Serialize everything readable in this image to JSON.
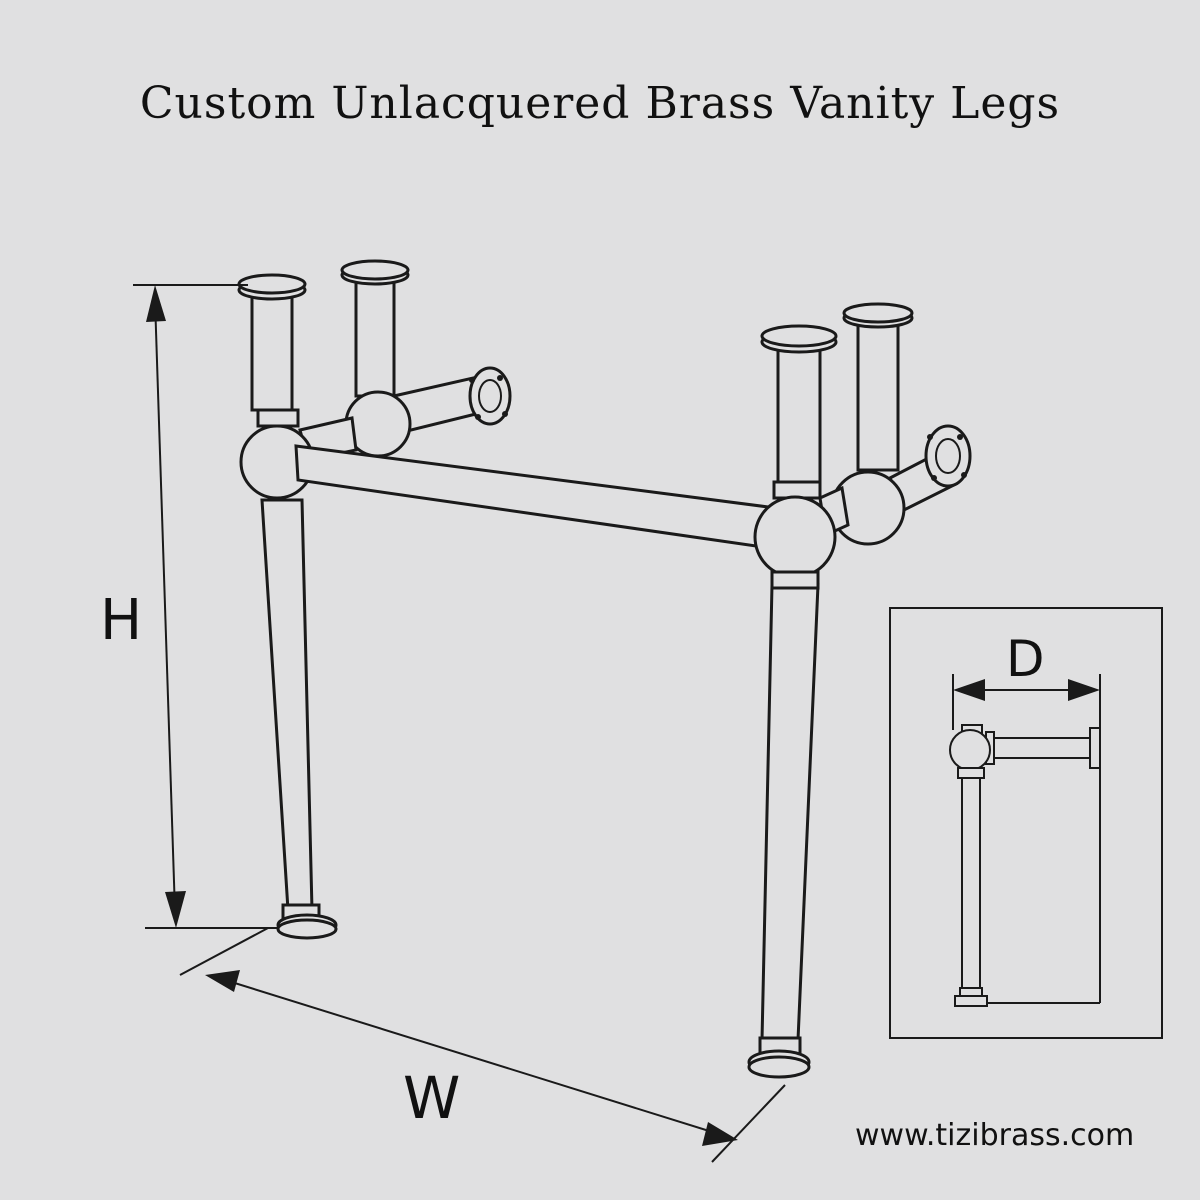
{
  "title": "Custom Unlacquered Brass Vanity Legs",
  "labels": {
    "height": "H",
    "width": "W",
    "depth": "D"
  },
  "website": "www.tizibrass.com",
  "colors": {
    "background": "#e0e0e1",
    "line": "#1a1a1a"
  }
}
